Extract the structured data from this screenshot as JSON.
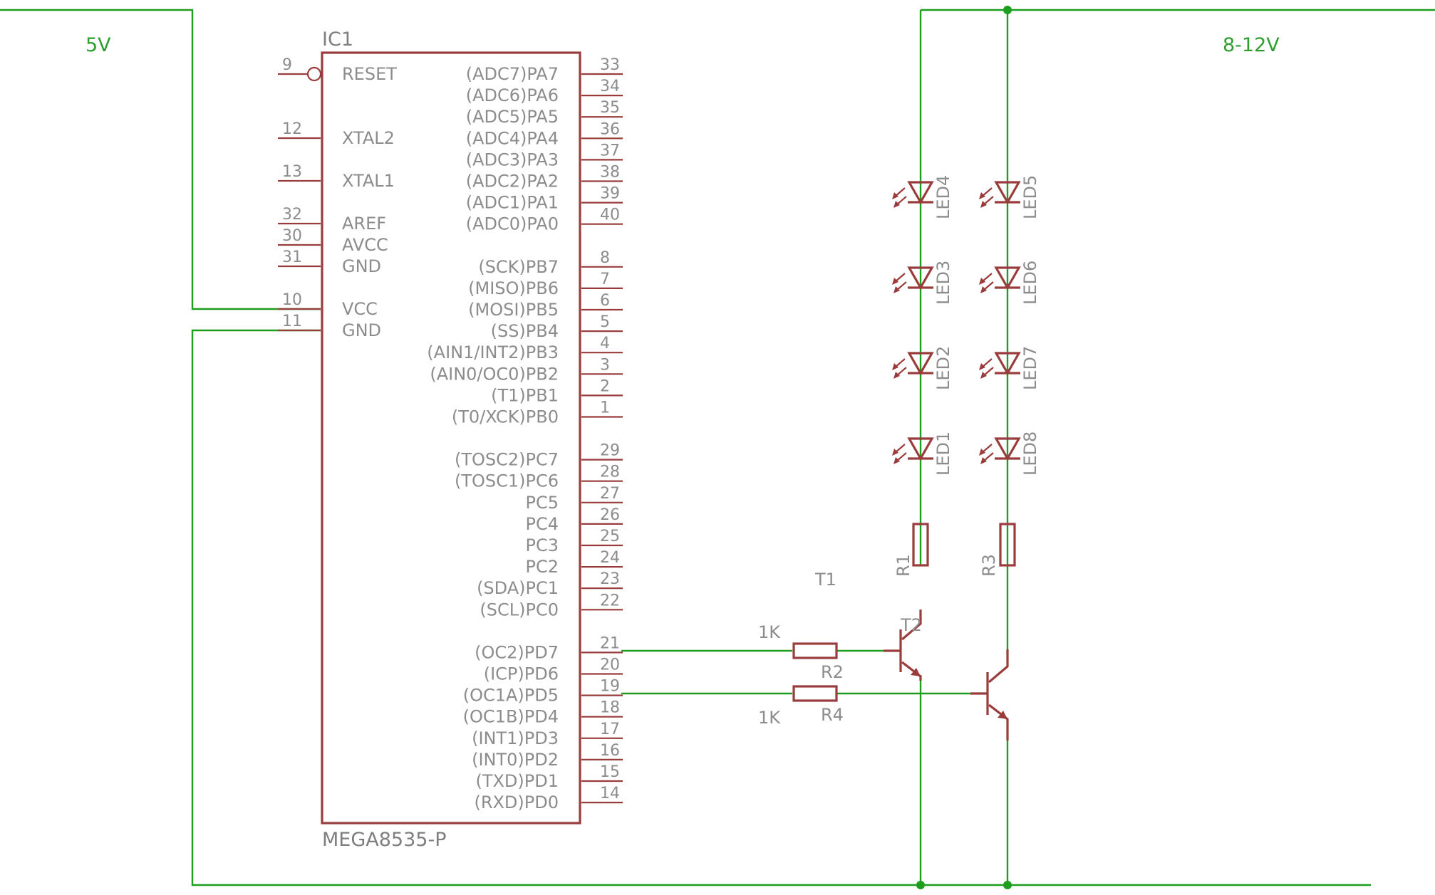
{
  "nets": {
    "supply_left": "5V",
    "supply_right": "8-12V"
  },
  "ic": {
    "name": "IC1",
    "value": "MEGA8535-P",
    "left_pins": [
      {
        "num": "9",
        "label": "RESET",
        "inverted": true
      },
      {
        "num": "12",
        "label": "XTAL2"
      },
      {
        "num": "13",
        "label": "XTAL1"
      },
      {
        "num": "32",
        "label": "AREF"
      },
      {
        "num": "30",
        "label": "AVCC"
      },
      {
        "num": "31",
        "label": "GND"
      },
      {
        "num": "10",
        "label": "VCC"
      },
      {
        "num": "11",
        "label": "GND"
      }
    ],
    "right_pins": [
      {
        "num": "33",
        "label": "(ADC7)PA7"
      },
      {
        "num": "34",
        "label": "(ADC6)PA6"
      },
      {
        "num": "35",
        "label": "(ADC5)PA5"
      },
      {
        "num": "36",
        "label": "(ADC4)PA4"
      },
      {
        "num": "37",
        "label": "(ADC3)PA3"
      },
      {
        "num": "38",
        "label": "(ADC2)PA2"
      },
      {
        "num": "39",
        "label": "(ADC1)PA1"
      },
      {
        "num": "40",
        "label": "(ADC0)PA0"
      },
      {
        "num": "8",
        "label": "(SCK)PB7"
      },
      {
        "num": "7",
        "label": "(MISO)PB6"
      },
      {
        "num": "6",
        "label": "(MOSI)PB5"
      },
      {
        "num": "5",
        "label": "(SS)PB4"
      },
      {
        "num": "4",
        "label": "(AIN1/INT2)PB3"
      },
      {
        "num": "3",
        "label": "(AIN0/OC0)PB2"
      },
      {
        "num": "2",
        "label": "(T1)PB1"
      },
      {
        "num": "1",
        "label": "(T0/XCK)PB0"
      },
      {
        "num": "29",
        "label": "(TOSC2)PC7"
      },
      {
        "num": "28",
        "label": "(TOSC1)PC6"
      },
      {
        "num": "27",
        "label": "PC5"
      },
      {
        "num": "26",
        "label": "PC4"
      },
      {
        "num": "25",
        "label": "PC3"
      },
      {
        "num": "24",
        "label": "PC2"
      },
      {
        "num": "23",
        "label": "(SDA)PC1"
      },
      {
        "num": "22",
        "label": "(SCL)PC0"
      },
      {
        "num": "21",
        "label": "(OC2)PD7"
      },
      {
        "num": "20",
        "label": "(ICP)PD6"
      },
      {
        "num": "19",
        "label": "(OC1A)PD5"
      },
      {
        "num": "18",
        "label": "(OC1B)PD4"
      },
      {
        "num": "17",
        "label": "(INT1)PD3"
      },
      {
        "num": "16",
        "label": "(INT0)PD2"
      },
      {
        "num": "15",
        "label": "(TXD)PD1"
      },
      {
        "num": "14",
        "label": "(RXD)PD0"
      }
    ]
  },
  "leds_left": [
    "LED4",
    "LED3",
    "LED2",
    "LED1"
  ],
  "leds_right": [
    "LED5",
    "LED6",
    "LED7",
    "LED8"
  ],
  "resistors": {
    "r1": "R1",
    "r3": "R3",
    "r2": "R2",
    "r4": "R4",
    "r2_value": "1K",
    "r4_value": "1K"
  },
  "transistors": {
    "t1": "T1",
    "t2": "T2"
  },
  "colors": {
    "wire": "#1e9e1e",
    "part": "#9a3c3c",
    "text": "#8c8c8c",
    "net_label": "#2e9e2e"
  }
}
